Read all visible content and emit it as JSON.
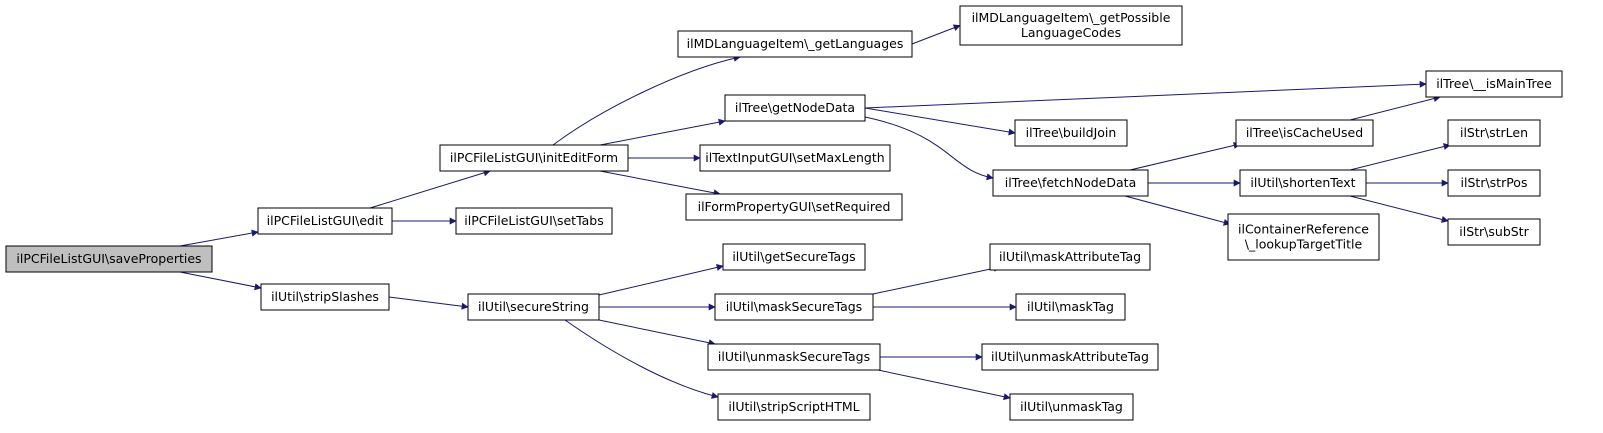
{
  "colors": {
    "edge": "#191970",
    "node_border": "#000000",
    "node_fill": "#ffffff",
    "root_fill": "#bfbfbf"
  },
  "nodes": {
    "saveProperties": "ilPCFileListGUI\\saveProperties",
    "edit": "ilPCFileListGUI\\edit",
    "stripSlashes": "ilUtil\\stripSlashes",
    "initEditForm": "ilPCFileListGUI\\initEditForm",
    "setTabs": "ilPCFileListGUI\\setTabs",
    "secureString": "ilUtil\\secureString",
    "getLanguages": "ilMDLanguageItem\\_getLanguages",
    "getNodeData": "ilTree\\getNodeData",
    "setMaxLength": "ilTextInputGUI\\setMaxLength",
    "setRequired": "ilFormPropertyGUI\\setRequired",
    "getSecureTags": "ilUtil\\getSecureTags",
    "maskSecureTags": "ilUtil\\maskSecureTags",
    "unmaskSecureTags": "ilUtil\\unmaskSecureTags",
    "stripScriptHTML": "ilUtil\\stripScriptHTML",
    "getPossibleLanguageCodes": [
      "ilMDLanguageItem\\_getPossible",
      "LanguageCodes"
    ],
    "buildJoin": "ilTree\\buildJoin",
    "fetchNodeData": "ilTree\\fetchNodeData",
    "maskAttributeTag": "ilUtil\\maskAttributeTag",
    "maskTag": "ilUtil\\maskTag",
    "unmaskAttributeTag": "ilUtil\\unmaskAttributeTag",
    "unmaskTag": "ilUtil\\unmaskTag",
    "isCacheUsed": "ilTree\\isCacheUsed",
    "shortenText": "ilUtil\\shortenText",
    "lookupTargetTitle": [
      "ilContainerReference",
      "\\_lookupTargetTitle"
    ],
    "isMainTree": "ilTree\\__isMainTree",
    "strLen": "ilStr\\strLen",
    "strPos": "ilStr\\strPos",
    "subStr": "ilStr\\subStr"
  },
  "edges": [
    [
      "saveProperties",
      "edit"
    ],
    [
      "saveProperties",
      "stripSlashes"
    ],
    [
      "edit",
      "initEditForm"
    ],
    [
      "edit",
      "setTabs"
    ],
    [
      "initEditForm",
      "getLanguages"
    ],
    [
      "initEditForm",
      "getNodeData"
    ],
    [
      "initEditForm",
      "setMaxLength"
    ],
    [
      "initEditForm",
      "setRequired"
    ],
    [
      "getLanguages",
      "getPossibleLanguageCodes"
    ],
    [
      "getNodeData",
      "isMainTree"
    ],
    [
      "getNodeData",
      "buildJoin"
    ],
    [
      "getNodeData",
      "fetchNodeData"
    ],
    [
      "fetchNodeData",
      "isCacheUsed"
    ],
    [
      "fetchNodeData",
      "shortenText"
    ],
    [
      "fetchNodeData",
      "lookupTargetTitle"
    ],
    [
      "isCacheUsed",
      "isMainTree"
    ],
    [
      "shortenText",
      "strLen"
    ],
    [
      "shortenText",
      "strPos"
    ],
    [
      "shortenText",
      "subStr"
    ],
    [
      "stripSlashes",
      "secureString"
    ],
    [
      "secureString",
      "getSecureTags"
    ],
    [
      "secureString",
      "maskSecureTags"
    ],
    [
      "secureString",
      "unmaskSecureTags"
    ],
    [
      "secureString",
      "stripScriptHTML"
    ],
    [
      "maskSecureTags",
      "maskAttributeTag"
    ],
    [
      "maskSecureTags",
      "maskTag"
    ],
    [
      "unmaskSecureTags",
      "unmaskAttributeTag"
    ],
    [
      "unmaskSecureTags",
      "unmaskTag"
    ]
  ]
}
